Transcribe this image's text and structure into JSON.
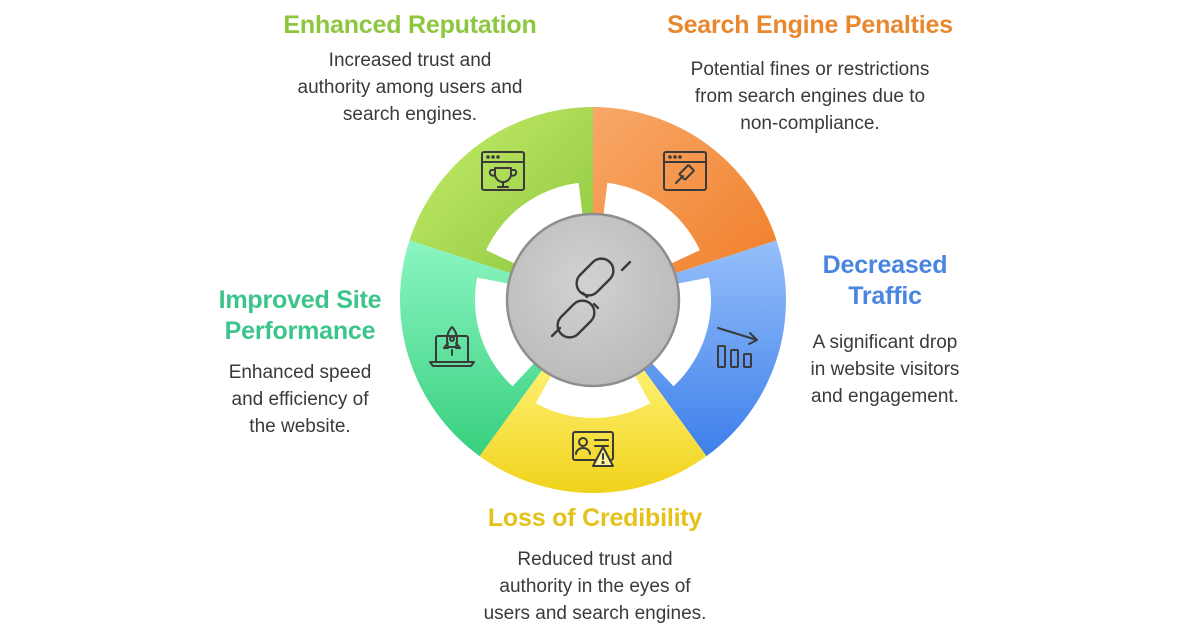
{
  "colors": {
    "reputation": "#8DC63F",
    "penalties": "#E8872E",
    "traffic": "#4A86E0",
    "credibility": "#E4C21A",
    "performance": "#3CC58A",
    "hub": "#C4C4C4",
    "icon": "#3a3a3a"
  },
  "sections": [
    {
      "key": "reputation",
      "title": "Enhanced Reputation",
      "description": "Increased trust and\nauthority among users and\nsearch engines.",
      "icon": "browser-trophy-icon"
    },
    {
      "key": "penalties",
      "title": "Search Engine Penalties",
      "description": "Potential fines or restrictions\nfrom search engines due to\nnon-compliance.",
      "icon": "browser-gavel-icon"
    },
    {
      "key": "traffic",
      "title": "Decreased\nTraffic",
      "description": "A significant drop\nin website visitors\nand engagement.",
      "icon": "declining-chart-icon"
    },
    {
      "key": "credibility",
      "title": "Loss of Credibility",
      "description": "Reduced trust and\nauthority in the eyes of\nusers and search engines.",
      "icon": "id-card-warning-icon"
    },
    {
      "key": "performance",
      "title": "Improved Site\nPerformance",
      "description": "Enhanced speed\nand efficiency of\nthe website.",
      "icon": "rocket-laptop-icon"
    }
  ],
  "hub": {
    "icon": "broken-link-icon"
  }
}
